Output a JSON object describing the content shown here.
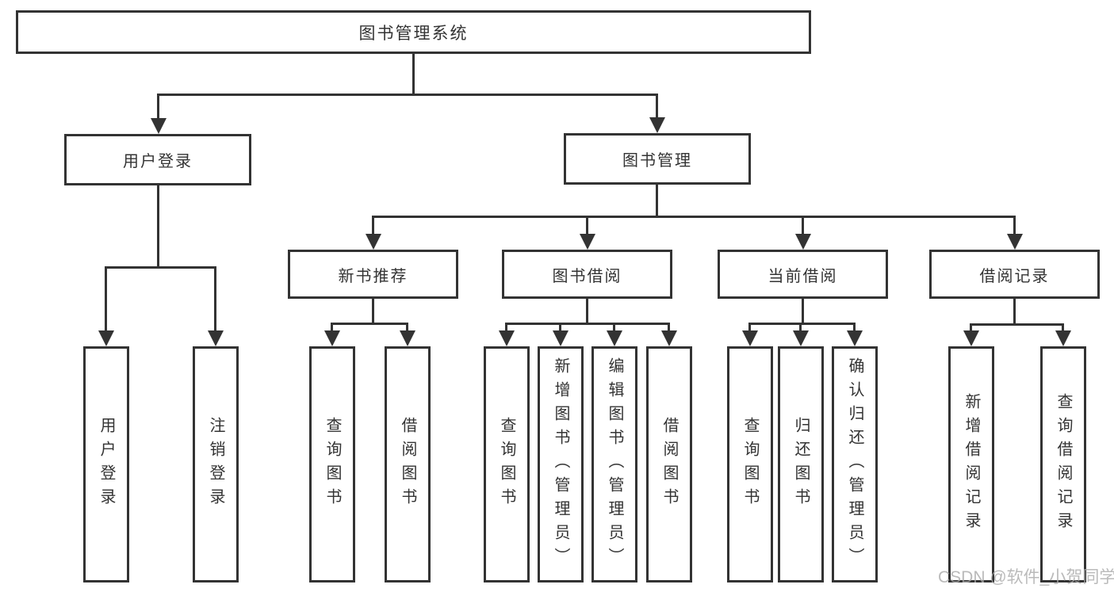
{
  "colors": {
    "line": "#333333",
    "text": "#333333",
    "background": "#ffffff",
    "watermark": "#a9a9a9"
  },
  "watermark": "CSDN @软件_小贺同学",
  "nodes": {
    "root": {
      "label": "图书管理系统"
    },
    "level2": [
      {
        "label": "用户登录"
      },
      {
        "label": "图书管理"
      }
    ],
    "level3": [
      {
        "label": "新书推荐"
      },
      {
        "label": "图书借阅"
      },
      {
        "label": "当前借阅"
      },
      {
        "label": "借阅记录"
      }
    ],
    "leaves": [
      {
        "label": "用户登录"
      },
      {
        "label": "注销登录"
      },
      {
        "label": "查询图书"
      },
      {
        "label": "借阅图书"
      },
      {
        "label": "查询图书"
      },
      {
        "label": "新增图书（管理员）"
      },
      {
        "label": "编辑图书（管理员）"
      },
      {
        "label": "借阅图书"
      },
      {
        "label": "查询图书"
      },
      {
        "label": "归还图书"
      },
      {
        "label": "确认归还（管理员）"
      },
      {
        "label": "新增借阅记录"
      },
      {
        "label": "查询借阅记录"
      }
    ]
  },
  "hierarchy": {
    "图书管理系统": [
      "用户登录",
      "图书管理"
    ],
    "用户登录": [
      "用户登录",
      "注销登录"
    ],
    "图书管理": [
      "新书推荐",
      "图书借阅",
      "当前借阅",
      "借阅记录"
    ],
    "新书推荐": [
      "查询图书",
      "借阅图书"
    ],
    "图书借阅": [
      "查询图书",
      "新增图书（管理员）",
      "编辑图书（管理员）",
      "借阅图书"
    ],
    "当前借阅": [
      "查询图书",
      "归还图书",
      "确认归还（管理员）"
    ],
    "借阅记录": [
      "新增借阅记录",
      "查询借阅记录"
    ]
  }
}
